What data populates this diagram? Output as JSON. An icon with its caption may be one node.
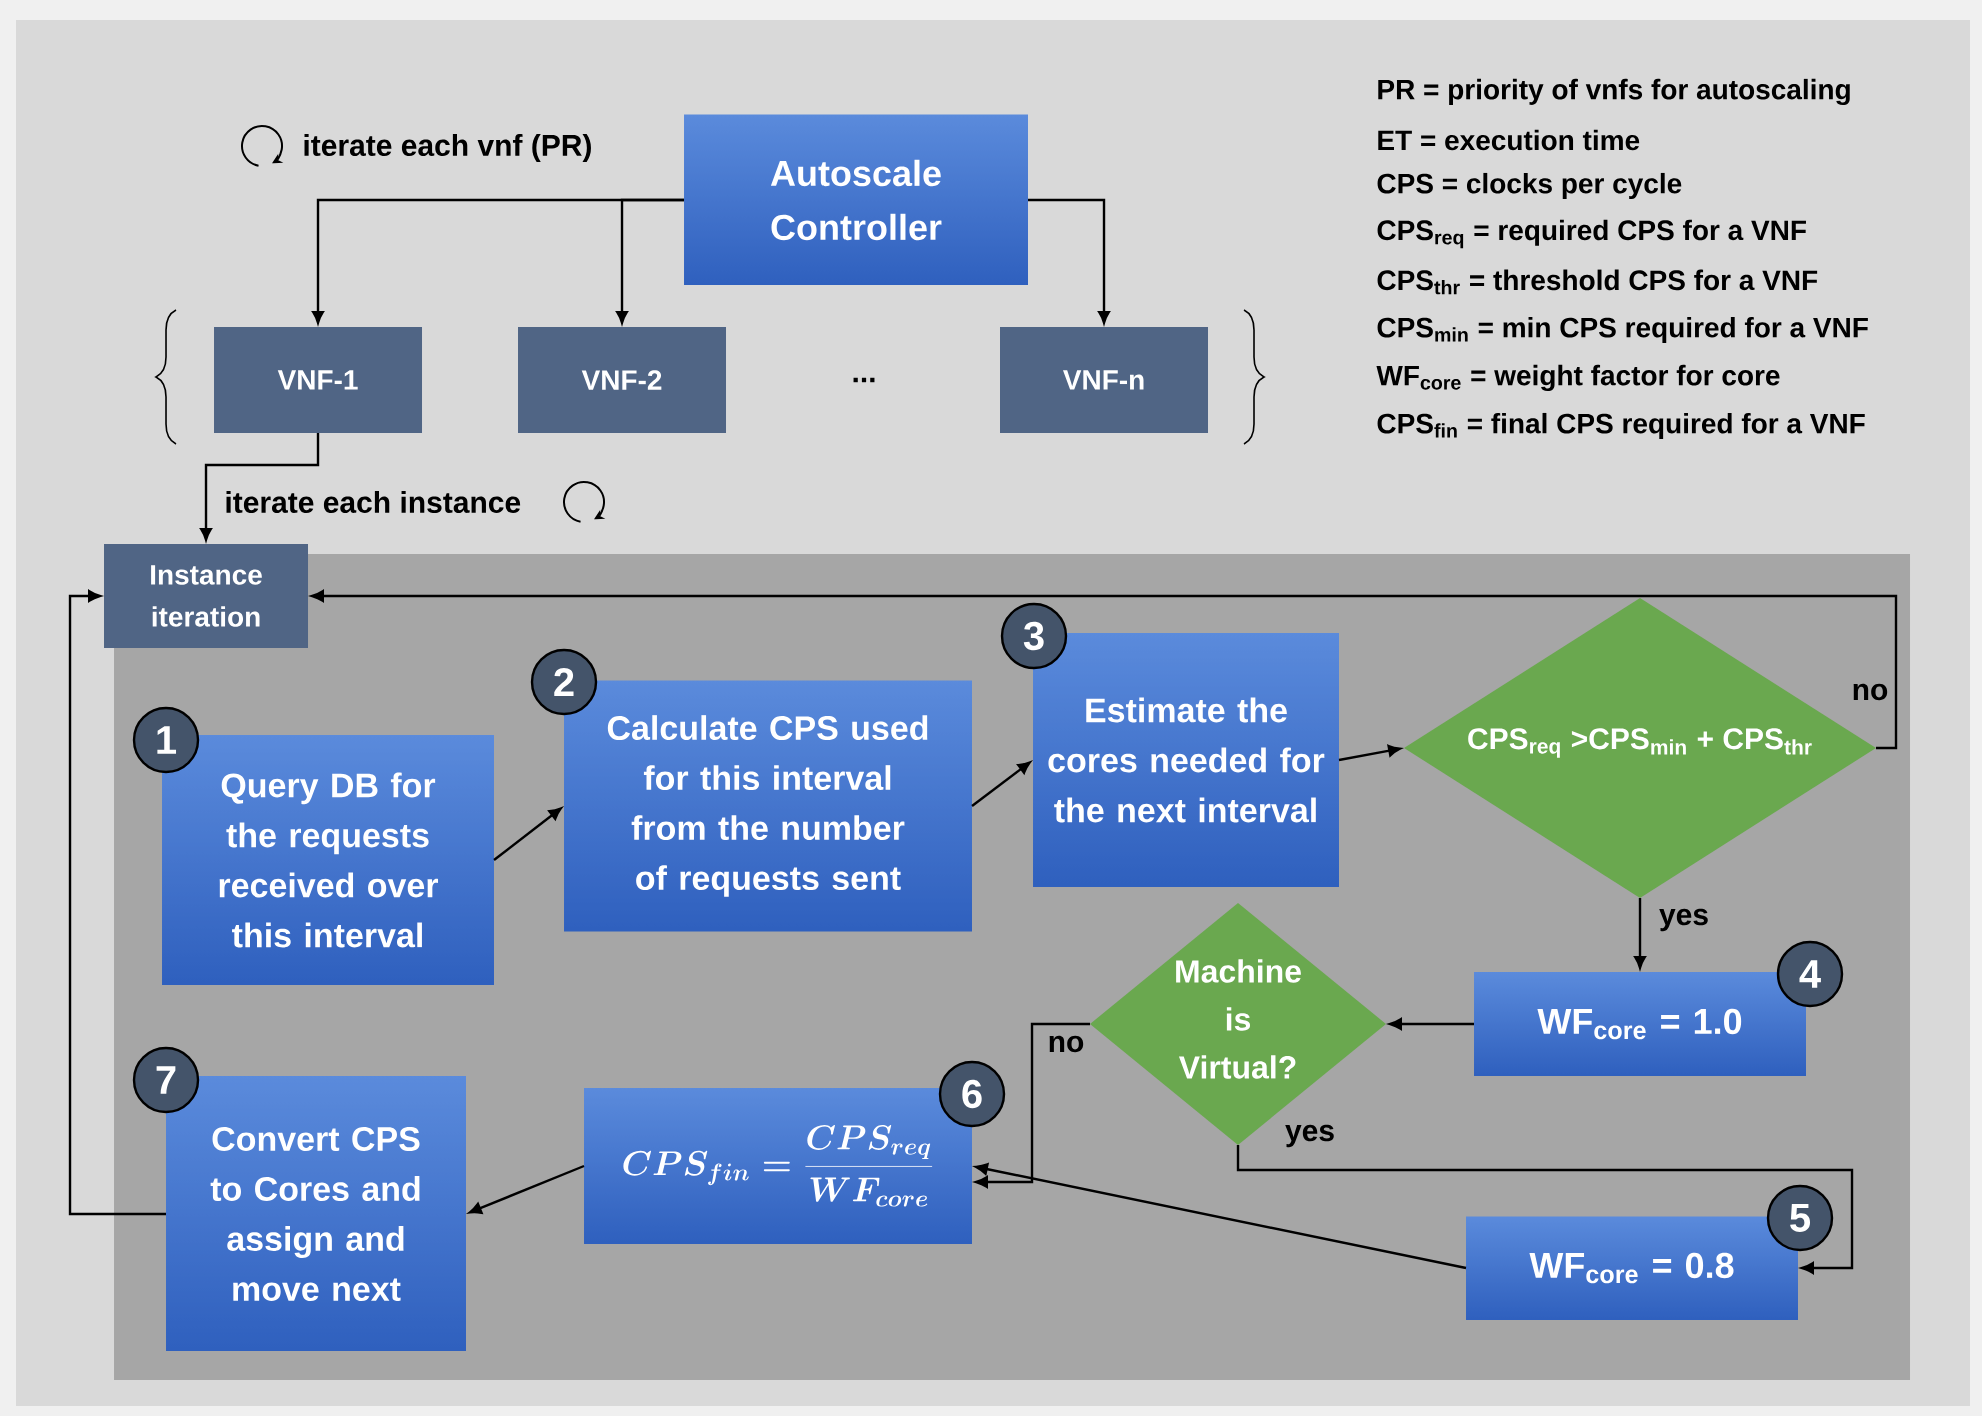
{
  "diagram": {
    "nodes": [
      {
        "text": [
          "Autoscale Controller"
        ]
      },
      {
        "text": [
          "VNF-1"
        ]
      },
      {
        "text": [
          "VNF-2"
        ]
      },
      {
        "text": [
          "VNF-n"
        ]
      },
      {
        "text": [
          "Instance iteration"
        ]
      },
      {
        "text": [
          "1",
          "Query DB for the requests received over this interval"
        ]
      },
      {
        "text": [
          "2",
          "Calculate CPS used for this interval from the number of requests sent"
        ]
      },
      {
        "text": [
          "3",
          "Estimate the cores needed for the next interval"
        ]
      },
      {
        "text": [
          "CPS$_{req}$ >CPS$_{min}$ + CPS$_{thr}$"
        ]
      },
      {
        "text": [
          "4",
          "WF$_{core}$ = 1.0"
        ]
      },
      {
        "text": [
          "Machine is Virtual?"
        ]
      },
      {
        "text": [
          "5",
          "WF$_{core}$ = 0.8"
        ]
      },
      {
        "text": [
          "6",
          "CPS_{fin}=\\frac{CPS_{req}}{WF_{core}}"
        ]
      },
      {
        "text": [
          "7",
          "Convert CPS to Cores and assign and move next"
        ]
      }
    ],
    "edges": [
      {
        "from": 0,
        "to": 1,
        "arrow": "to"
      },
      {
        "from": 0,
        "to": 2,
        "arrow": "to"
      },
      {
        "from": 0,
        "to": 3,
        "arrow": "to"
      },
      {
        "from": 1,
        "to": 4,
        "arrow": "to"
      },
      {
        "from": 5,
        "to": 6,
        "arrow": "to"
      },
      {
        "from": 6,
        "to": 7,
        "arrow": "to"
      },
      {
        "from": 7,
        "to": 8,
        "arrow": "to"
      },
      {
        "from": 8,
        "to": 4,
        "arrow": "to",
        "label": "no"
      },
      {
        "from": 8,
        "to": 9,
        "arrow": "to",
        "label": "yes"
      },
      {
        "from": 9,
        "to": 10,
        "arrow": "to"
      },
      {
        "from": 10,
        "to": 12,
        "arrow": "to",
        "label": "no"
      },
      {
        "from": 10,
        "to": 11,
        "arrow": "to",
        "label": "yes"
      },
      {
        "from": 11,
        "to": 12,
        "arrow": "to"
      },
      {
        "from": 12,
        "to": 13,
        "arrow": "to"
      },
      {
        "from": 13,
        "to": 4,
        "arrow": "to"
      }
    ],
    "labels": [
      "PR = priority of vnfs for autoscaling",
      "ET = execution time",
      "CPS = clocks per cycle",
      "CPS$_{req}$ = required CPS for a VNF",
      "CPS$_{thr}$ = threshold CPS for a VNF",
      "CPS$_{min}$ = min CPS required for a VNF",
      "WF$_{core}$ = weight factor for core",
      "CPS$_{fin}$ = final CPS required for a VNF",
      "iterate each vnf (PR)",
      "...",
      "iterate each instance"
    ]
  }
}
